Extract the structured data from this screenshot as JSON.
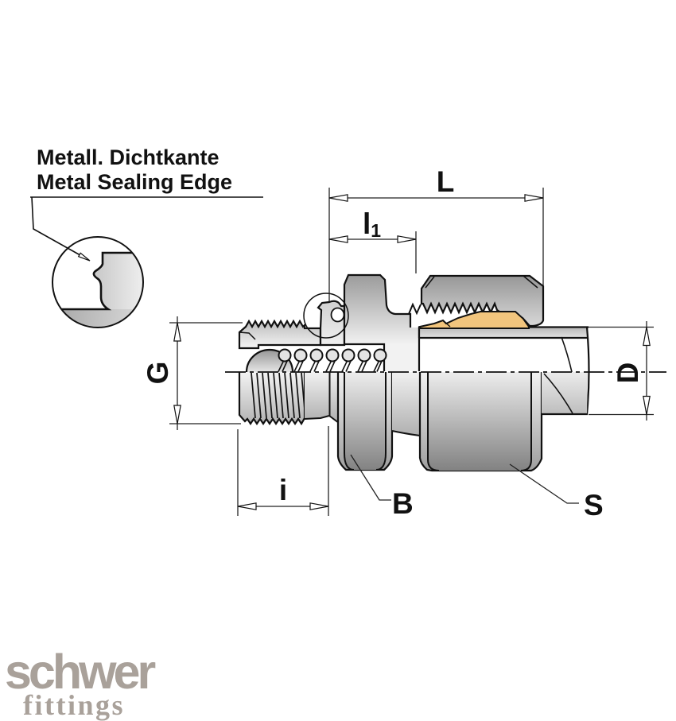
{
  "annotation": {
    "line1": "Metall. Dichtkante",
    "line2": "Metal Sealing Edge"
  },
  "dimensions": {
    "overall_length": "L",
    "stud_length": "l",
    "stud_length_sub": "1",
    "stud_thread": "G",
    "tube_diameter": "D",
    "insertion_depth": "i",
    "body_hex": "B",
    "nut_hex": "S"
  },
  "logo": {
    "brand": "schwer",
    "tagline": "fittings"
  },
  "colors": {
    "outline": "#111111",
    "dimension_lines": "#222222",
    "cutting_ring": "#f2c57d",
    "ring_shadow": "#4a4a4a",
    "logo": "#a9a19a",
    "metal_light": "#f2f2f2",
    "metal_dark": "#8c8c8c",
    "background": "#ffffff"
  }
}
